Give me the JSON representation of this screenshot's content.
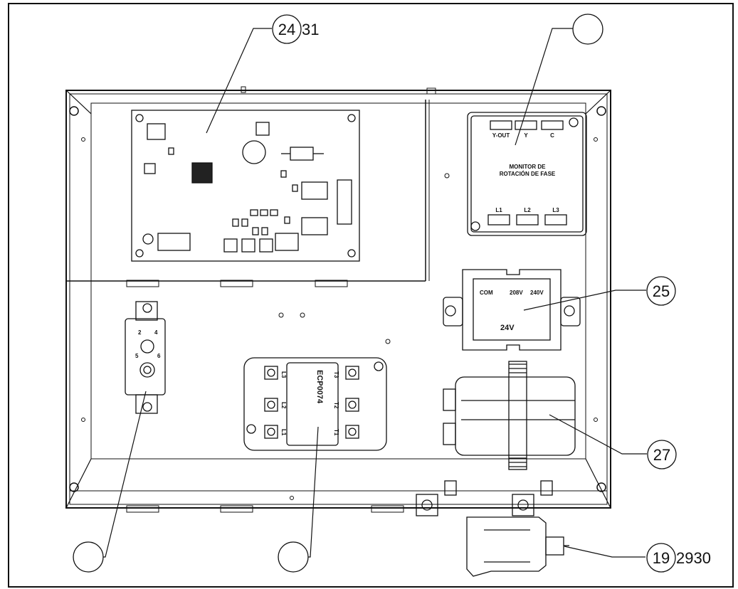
{
  "diagram": {
    "callouts": [
      {
        "id": "pcb",
        "number": "24",
        "extra": "31"
      },
      {
        "id": "phase-monitor",
        "number": "",
        "extra": ""
      },
      {
        "id": "transformer",
        "number": "25",
        "extra": ""
      },
      {
        "id": "capacitor",
        "number": "27",
        "extra": ""
      },
      {
        "id": "pressure-switch",
        "number": "19",
        "extra": "2930"
      },
      {
        "id": "relay",
        "number": "",
        "extra": ""
      },
      {
        "id": "contactor",
        "number": "",
        "extra": ""
      }
    ],
    "phase_monitor": {
      "top_terminals": [
        "Y-OUT",
        "Y",
        "C"
      ],
      "bottom_terminals": [
        "L1",
        "L2",
        "L3"
      ],
      "title_line1": "MONITOR DE",
      "title_line2": "ROTACIÓN DE FASE"
    },
    "transformer": {
      "terminal_com": "COM",
      "terminal_208": "208V",
      "terminal_240": "240V",
      "output_label": "24V"
    },
    "contactor": {
      "part_number": "ECP0074",
      "left_terminals": [
        "L3",
        "L2",
        "L1"
      ],
      "right_terminals": [
        "T3",
        "T2",
        "T1"
      ]
    },
    "relay": {
      "terminal_numbers": [
        "2",
        "4",
        "5",
        "6"
      ]
    }
  }
}
